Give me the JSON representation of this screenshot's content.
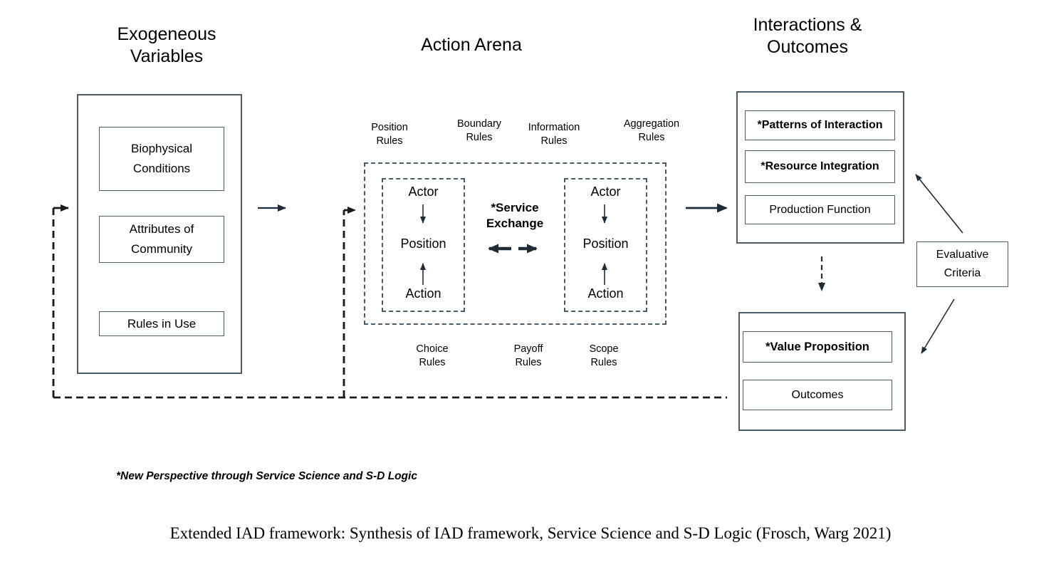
{
  "colors": {
    "bg": "#ffffff",
    "text": "#000000",
    "border": "#4c5b66",
    "arrow": "#1f2b36",
    "dash": "#1a1a1a"
  },
  "headers": {
    "exogenous": [
      "Exogeneous",
      "Variables"
    ],
    "action_arena": "Action Arena",
    "interactions": [
      "Interactions &",
      "Outcomes"
    ]
  },
  "exogenous": {
    "biophysical": [
      "Biophysical",
      "Conditions"
    ],
    "attributes": [
      "Attributes of",
      "Community"
    ],
    "rules_in_use": "Rules in Use"
  },
  "arena": {
    "rules_top": {
      "position": [
        "Position",
        "Rules"
      ],
      "boundary": [
        "Boundary",
        "Rules"
      ],
      "information": [
        "Information",
        "Rules"
      ],
      "aggregation": [
        "Aggregation",
        "Rules"
      ]
    },
    "rules_bottom": {
      "choice": [
        "Choice",
        "Rules"
      ],
      "payoff": [
        "Payoff",
        "Rules"
      ],
      "scope": [
        "Scope",
        "Rules"
      ]
    },
    "left_actor": {
      "actor": "Actor",
      "position": "Position",
      "action": "Action"
    },
    "right_actor": {
      "actor": "Actor",
      "position": "Position",
      "action": "Action"
    },
    "service_exchange": [
      "*Service",
      "Exchange"
    ]
  },
  "interactions": {
    "patterns": "*Patterns of Interaction",
    "resource": "*Resource Integration",
    "production": "Production Function"
  },
  "outcomes": {
    "value_proposition": "*Value Proposition",
    "outcomes": "Outcomes"
  },
  "evaluative": [
    "Evaluative",
    "Criteria"
  ],
  "footnote": "*New Perspective through Service Science and S-D Logic",
  "caption": "Extended IAD framework: Synthesis of IAD framework, Service Science and S-D Logic (Frosch, Warg 2021)"
}
